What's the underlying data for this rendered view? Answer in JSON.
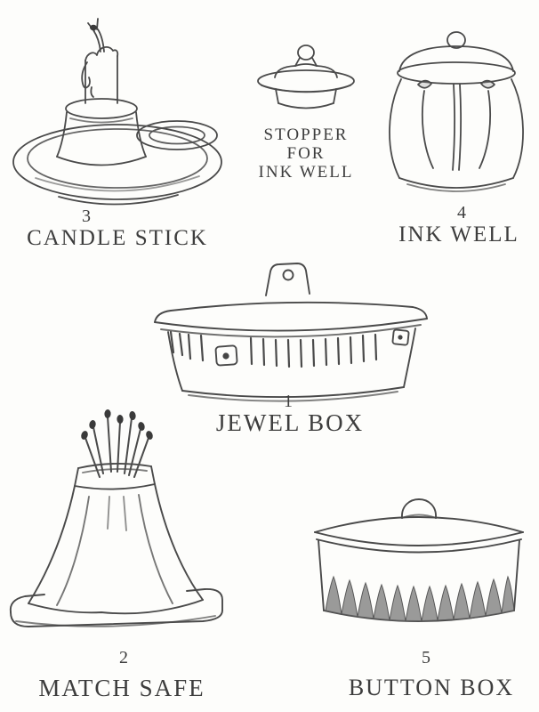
{
  "colors": {
    "ink": "#4a4a4a",
    "paper": "#fdfdfb",
    "caption": "#3d3d3d"
  },
  "figures": {
    "candle_stick": {
      "number": "3",
      "label": "CANDLE STICK"
    },
    "stopper": {
      "caption_line1": "STOPPER",
      "caption_line2": "FOR",
      "caption_line3": "INK WELL"
    },
    "ink_well": {
      "number": "4",
      "label": "INK WELL"
    },
    "jewel_box": {
      "number": "1",
      "label": "JEWEL BOX"
    },
    "match_safe": {
      "number": "2",
      "label": "MATCH SAFE"
    },
    "button_box": {
      "number": "5",
      "label": "BUTTON BOX"
    }
  }
}
